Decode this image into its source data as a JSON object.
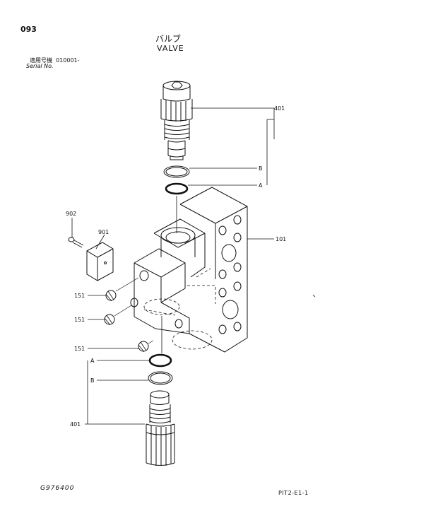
{
  "header": {
    "page_number": "093",
    "title_jp": "バルブ",
    "title_en": "VALVE",
    "serial_label_jp": "適用号機",
    "serial_value": "010001-",
    "serial_label_en": "Serial No."
  },
  "callouts": {
    "part_401_top": "401",
    "seal_b_top": "B",
    "seal_a_top": "A",
    "part_101": "101",
    "part_902": "902",
    "part_901": "901",
    "part_151_a": "151",
    "part_151_b": "151",
    "part_151_c": "151",
    "seal_a_bottom": "A",
    "seal_b_bottom": "B",
    "part_401_bottom": "401"
  },
  "footer": {
    "drawing_number": "G976400",
    "sheet_code": "PIT2-E1-1"
  }
}
